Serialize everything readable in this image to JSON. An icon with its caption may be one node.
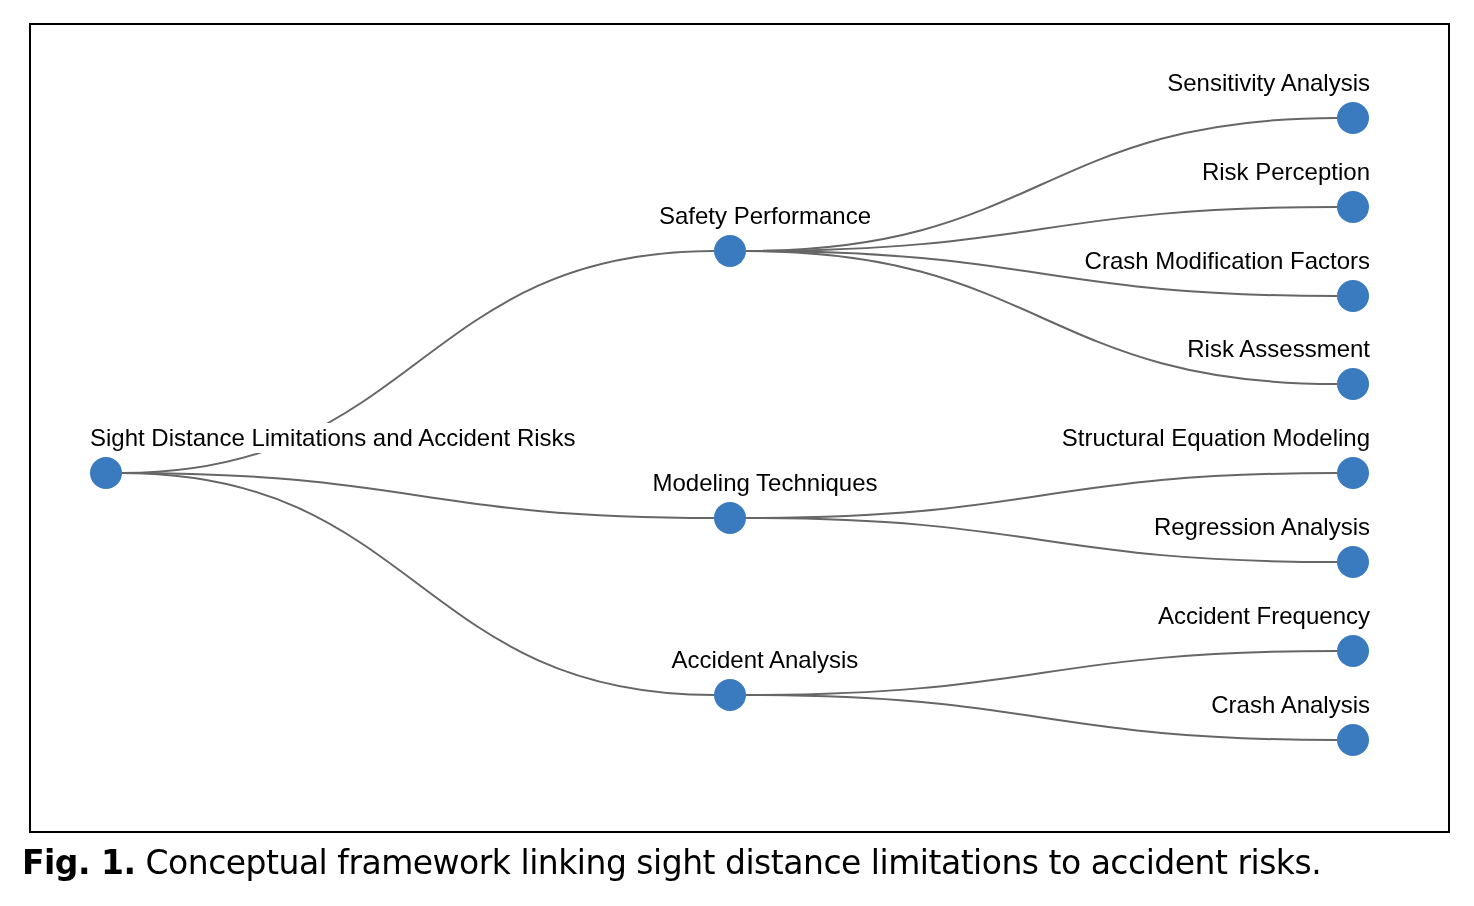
{
  "diagram": {
    "caption": "**Fig. 1.** Conceptual framework linking sight distance limitations to accident risks.",
    "nodes": [
      {
        "text": [
          "Sight Distance Limitations and Accident Risks"
        ]
      },
      {
        "text": [
          "Safety Performance"
        ]
      },
      {
        "text": [
          "Modeling Techniques"
        ]
      },
      {
        "text": [
          "Accident Analysis"
        ]
      },
      {
        "text": [
          "Sensitivity Analysis"
        ]
      },
      {
        "text": [
          "Risk Perception"
        ]
      },
      {
        "text": [
          "Crash Modification Factors"
        ]
      },
      {
        "text": [
          "Risk Assessment"
        ]
      },
      {
        "text": [
          "Structural Equation Modeling"
        ]
      },
      {
        "text": [
          "Regression Analysis"
        ]
      },
      {
        "text": [
          "Accident Frequency"
        ]
      },
      {
        "text": [
          "Crash Analysis"
        ]
      }
    ],
    "edges": [
      {
        "from": 0,
        "to": 1,
        "arrow": "none"
      },
      {
        "from": 0,
        "to": 2,
        "arrow": "none"
      },
      {
        "from": 0,
        "to": 3,
        "arrow": "none"
      },
      {
        "from": 1,
        "to": 4,
        "arrow": "none"
      },
      {
        "from": 1,
        "to": 5,
        "arrow": "none"
      },
      {
        "from": 1,
        "to": 6,
        "arrow": "none"
      },
      {
        "from": 1,
        "to": 7,
        "arrow": "none"
      },
      {
        "from": 2,
        "to": 8,
        "arrow": "none"
      },
      {
        "from": 2,
        "to": 9,
        "arrow": "none"
      },
      {
        "from": 3,
        "to": 10,
        "arrow": "none"
      },
      {
        "from": 3,
        "to": 11,
        "arrow": "none"
      }
    ]
  }
}
